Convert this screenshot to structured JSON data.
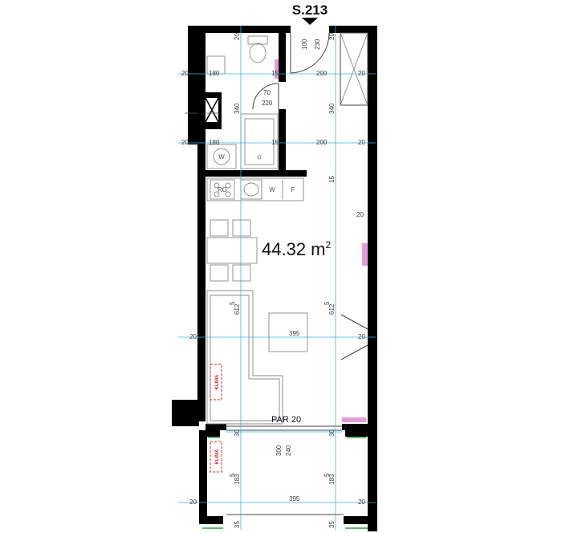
{
  "unit": {
    "number": "S.213",
    "area_value": "44.32 m",
    "area_sup": "2"
  },
  "labels": {
    "par": "PAR 20",
    "klima_1": "KLIMA",
    "klima_2": "KLIMA",
    "appl_rg": "RG",
    "appl_w": "W",
    "appl_f": "F",
    "appl_w2": "W"
  },
  "dimensions": {
    "d20_a": "20",
    "d180_a": "180",
    "d15_a": "15",
    "d200_a": "200",
    "d20_b": "20",
    "d20_c": "20",
    "d180_b": "180",
    "d15_b": "15",
    "d200_b": "200",
    "d20_d": "20",
    "d20_e": "20",
    "d395_a": "395",
    "d20_f": "20",
    "d20_g": "20",
    "d395_b": "395",
    "d20_h": "20",
    "d20_top_l": "20",
    "d20_top_r": "20",
    "d100": "100",
    "d230": "230",
    "d70": "70",
    "d220": "220",
    "d340_l": "340",
    "d340_r": "340",
    "d15_v": "15",
    "d20_right": "20",
    "d612_l": "612",
    "d612_l_sup": "5",
    "d612_r": "612",
    "d612_r_sup": "5",
    "d30_l": "30",
    "d30_r": "30",
    "d300": "300",
    "d240": "240",
    "d183_l": "183",
    "d183_l_sup": "5",
    "d183_r": "183",
    "d183_r_sup": "5",
    "d35_l": "35",
    "d35_r": "35"
  }
}
